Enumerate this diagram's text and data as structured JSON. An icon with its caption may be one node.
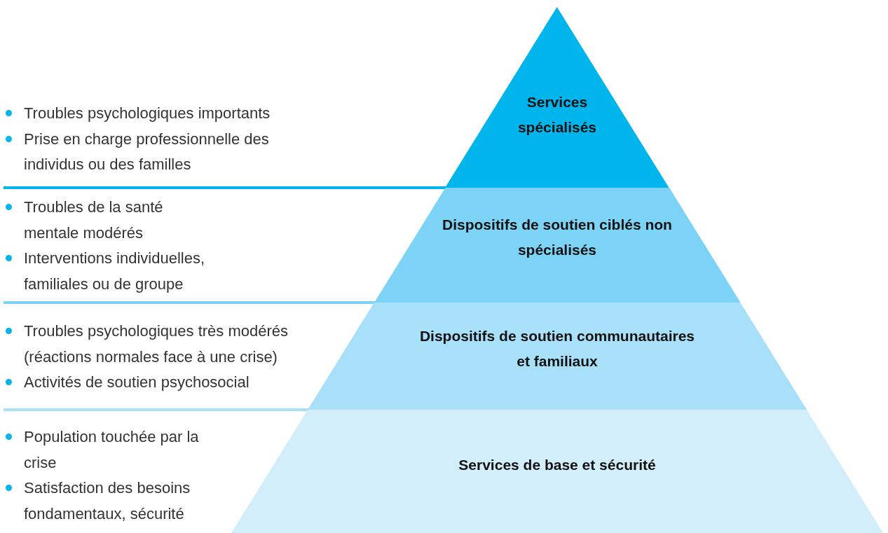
{
  "diagram": {
    "nodes": [
      {
        "text": [
          "Services spécialisés"
        ],
        "beside": [
          "Troubles psychologiques importants",
          "Prise en charge professionnelle des individus ou des familles"
        ]
      },
      {
        "text": [
          "Dispositifs de soutien ciblés non spécialisés"
        ],
        "beside": [
          "Troubles de la santé mentale modérés",
          "Interventions individuelles, familiales ou de groupe"
        ]
      },
      {
        "text": [
          "Dispositifs de soutien communautaires et familiaux"
        ],
        "beside": [
          "Troubles psychologiques très modérés (réactions normales face à une crise)",
          "Activités de soutien psychosocial"
        ]
      },
      {
        "text": [
          "Services de base et sécurité"
        ],
        "beside": [
          "Population touchée par la crise",
          "Satisfaction des besoins fondamentaux, sécurité"
        ]
      }
    ],
    "edges": []
  }
}
